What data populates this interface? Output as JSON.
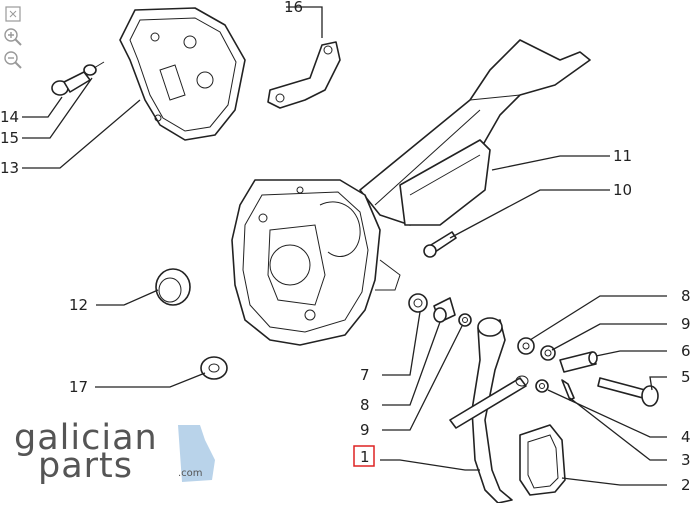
{
  "viewer": {
    "tools": [
      {
        "name": "fit-page-icon"
      },
      {
        "name": "zoom-in-icon"
      },
      {
        "name": "zoom-out-icon"
      }
    ]
  },
  "callouts": {
    "c1": "1",
    "c2": "2",
    "c3": "3",
    "c4": "4",
    "c5": "5",
    "c6": "6",
    "c7": "7",
    "c8a": "8",
    "c8b": "8",
    "c9a": "9",
    "c9b": "9",
    "c10": "10",
    "c11": "11",
    "c12": "12",
    "c13": "13",
    "c14": "14",
    "c15": "15",
    "c16": "16",
    "c17": "17"
  },
  "highlight": {
    "callout": "1",
    "color": "#dd2222"
  },
  "logo": {
    "line1": "galician",
    "line2": "parts",
    "suffix": ".com",
    "accent": "#b9d3ea"
  }
}
